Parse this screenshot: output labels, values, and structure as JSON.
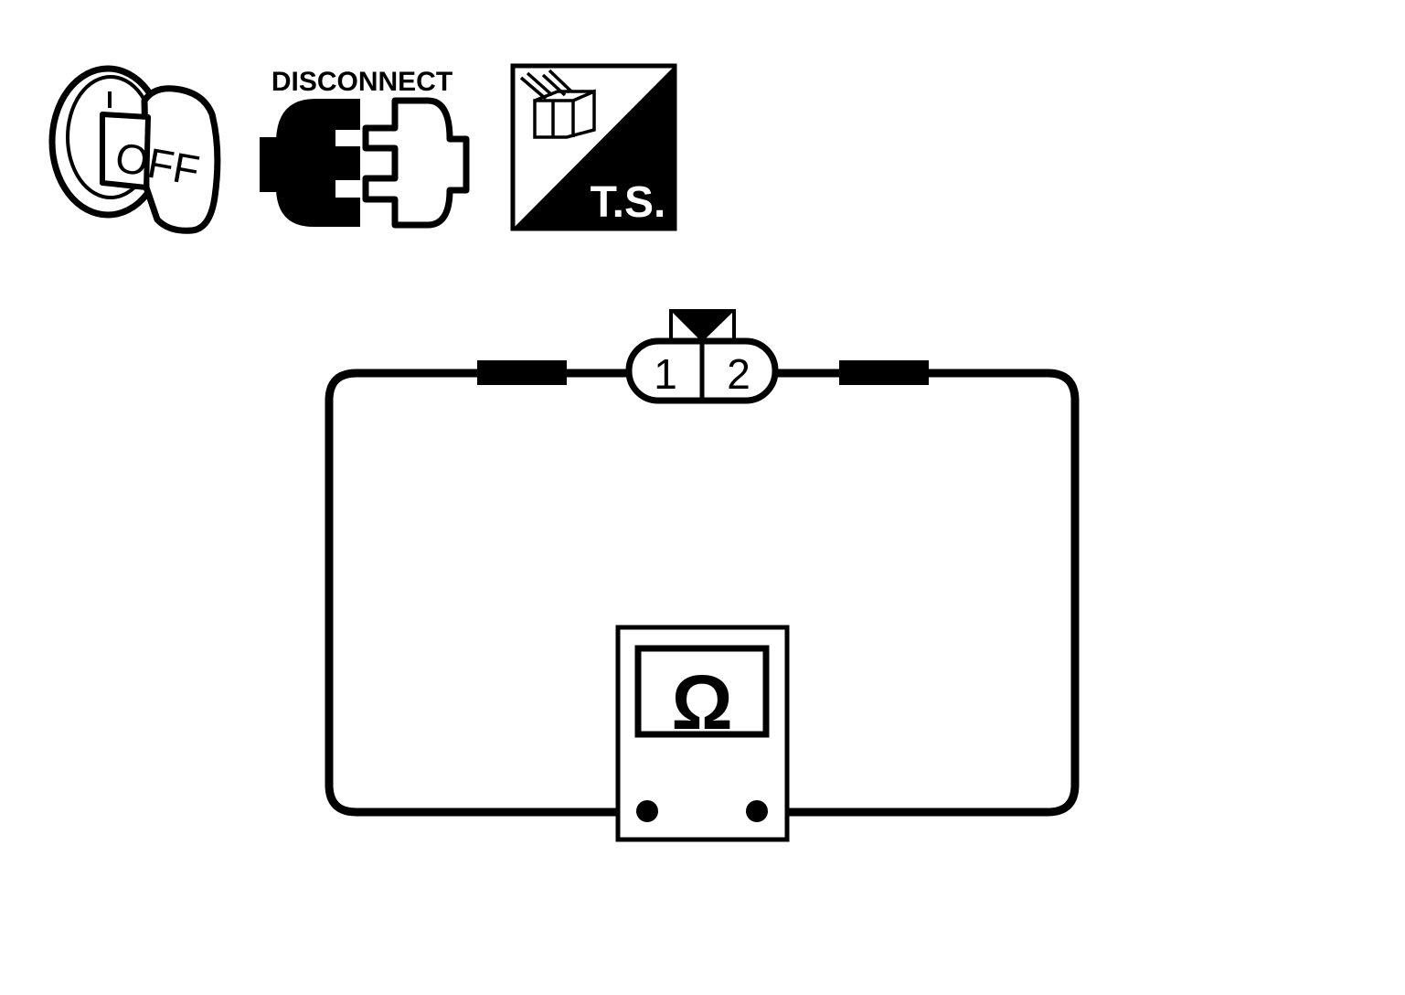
{
  "ignition_icon": {
    "label": "OFF"
  },
  "disconnect_icon": {
    "label": "DISCONNECT"
  },
  "terminal_side_icon": {
    "label": "T.S."
  },
  "connector": {
    "pins": [
      "1",
      "2"
    ]
  },
  "ohmmeter": {
    "symbol": "Ω"
  }
}
